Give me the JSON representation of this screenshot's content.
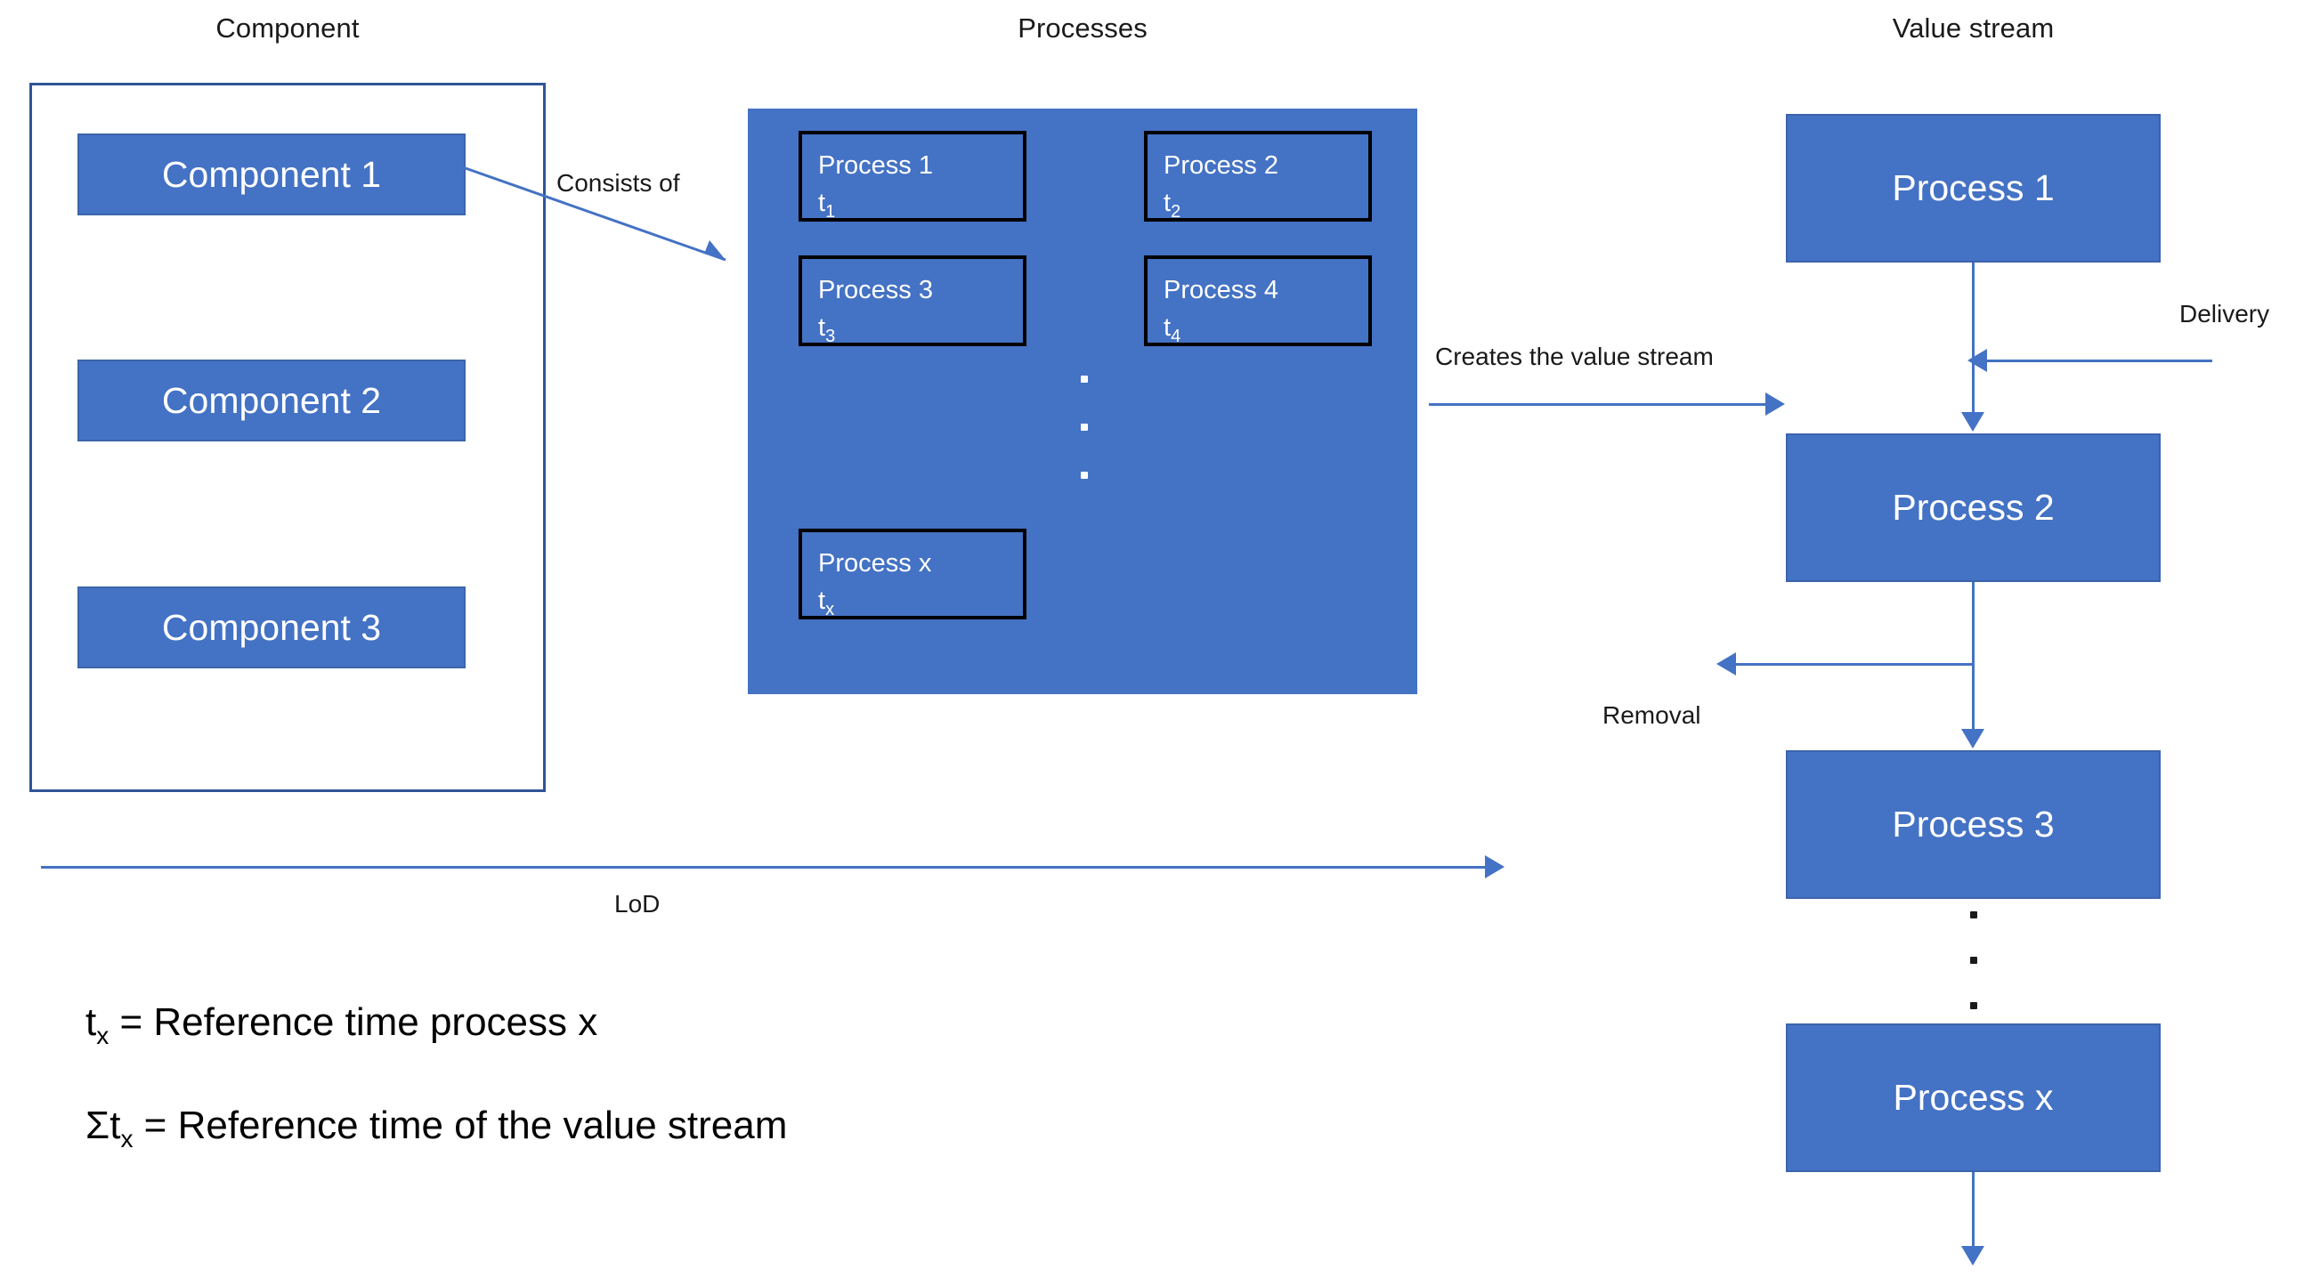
{
  "headers": {
    "component": "Component",
    "processes": "Processes",
    "value_stream": "Value stream"
  },
  "component_group": {
    "items": [
      {
        "label": "Component 1"
      },
      {
        "label": "Component 2"
      },
      {
        "label": "Component 3"
      }
    ]
  },
  "processes_panel": {
    "items": [
      {
        "name": "Process 1",
        "time_base": "t",
        "time_sub": "1"
      },
      {
        "name": "Process 2",
        "time_base": "t",
        "time_sub": "2"
      },
      {
        "name": "Process 3",
        "time_base": "t",
        "time_sub": "3"
      },
      {
        "name": "Process 4",
        "time_base": "t",
        "time_sub": "4"
      },
      {
        "name": "Process x",
        "time_base": "t",
        "time_sub": "x"
      }
    ],
    "ellipsis": "vertical-dots"
  },
  "value_stream": {
    "items": [
      {
        "label": "Process 1"
      },
      {
        "label": "Process 2"
      },
      {
        "label": "Process 3"
      },
      {
        "label": "Process x"
      }
    ],
    "ellipsis": "vertical-dots"
  },
  "edges": {
    "consists_of": "Consists of",
    "creates_value_stream": "Creates the value stream",
    "delivery": "Delivery",
    "removal": "Removal",
    "lod": "LoD"
  },
  "legend": {
    "line1_base": "t",
    "line1_sub": "x",
    "line1_rest": " = Reference time process x",
    "line2_prefix": "Σt",
    "line2_sub": "x",
    "line2_rest": " = Reference time of the value stream"
  },
  "colors": {
    "fill_blue": "#4472C4",
    "frame_blue": "#2f5597",
    "inner_border": "#000000",
    "text_on_blue": "#ffffff",
    "text_dark": "#1a1a1a",
    "background": "#ffffff"
  }
}
